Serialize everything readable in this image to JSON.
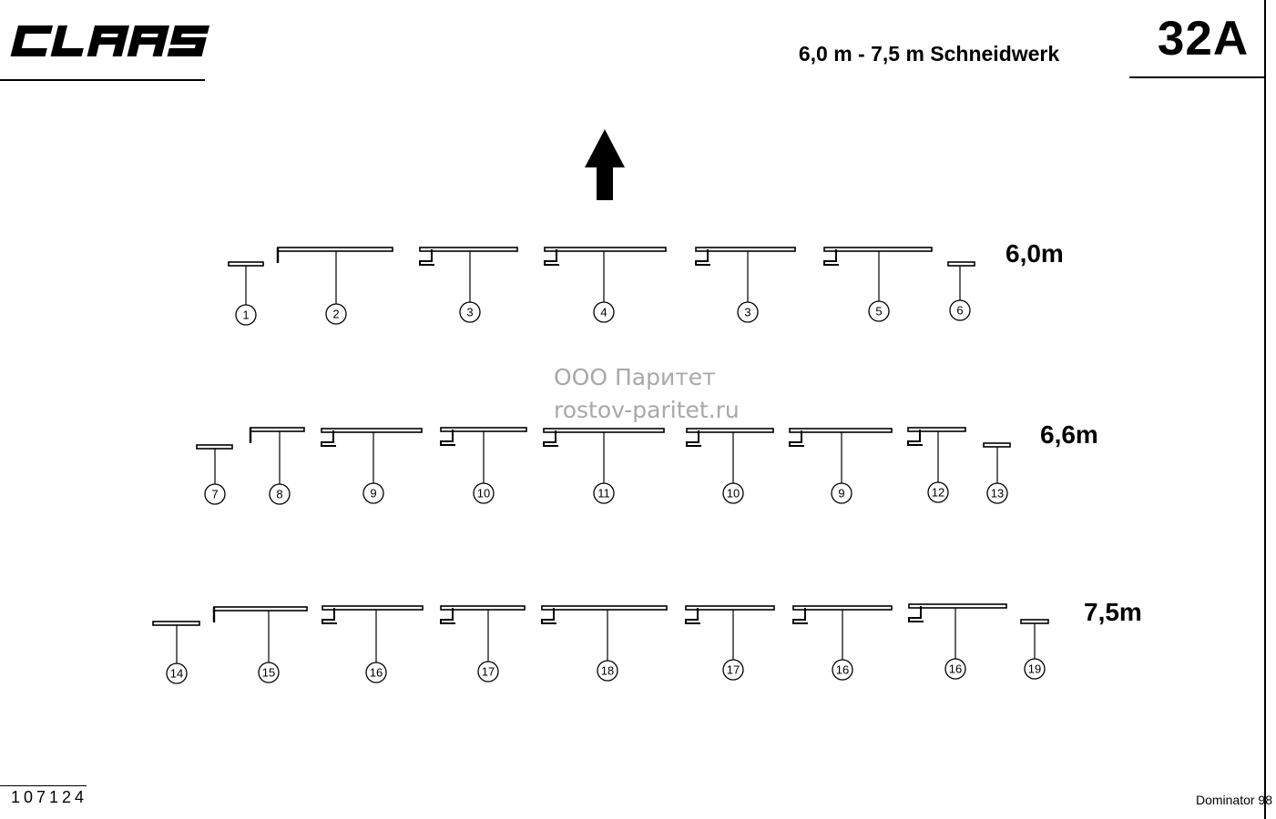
{
  "header": {
    "brand": "CLAAS",
    "subtitle": "6,0 m - 7,5 m Schneidwerk",
    "page_number": "32A"
  },
  "footer": {
    "doc_number": "107124",
    "model": "Dominator 98"
  },
  "watermark": {
    "line1": "ООО Паритет",
    "line2": "rostov-paritet.ru"
  },
  "icons": {
    "direction": "up-arrow-icon"
  },
  "rows": [
    {
      "label": "6,0m",
      "parts": [
        {
          "callout": "1",
          "shape": "flat"
        },
        {
          "callout": "2",
          "shape": "left-edge"
        },
        {
          "callout": "3",
          "shape": "step"
        },
        {
          "callout": "4",
          "shape": "step"
        },
        {
          "callout": "3",
          "shape": "step"
        },
        {
          "callout": "5",
          "shape": "step"
        },
        {
          "callout": "6",
          "shape": "flat"
        }
      ]
    },
    {
      "label": "6,6m",
      "parts": [
        {
          "callout": "7",
          "shape": "flat"
        },
        {
          "callout": "8",
          "shape": "left-edge"
        },
        {
          "callout": "9",
          "shape": "step"
        },
        {
          "callout": "10",
          "shape": "step"
        },
        {
          "callout": "11",
          "shape": "step"
        },
        {
          "callout": "10",
          "shape": "step"
        },
        {
          "callout": "9",
          "shape": "step"
        },
        {
          "callout": "12",
          "shape": "step"
        },
        {
          "callout": "13",
          "shape": "flat"
        }
      ]
    },
    {
      "label": "7,5m",
      "parts": [
        {
          "callout": "14",
          "shape": "flat"
        },
        {
          "callout": "15",
          "shape": "left-edge"
        },
        {
          "callout": "16",
          "shape": "step"
        },
        {
          "callout": "17",
          "shape": "step"
        },
        {
          "callout": "18",
          "shape": "step"
        },
        {
          "callout": "17",
          "shape": "step"
        },
        {
          "callout": "16",
          "shape": "step"
        },
        {
          "callout": "16",
          "shape": "step"
        },
        {
          "callout": "19",
          "shape": "flat"
        }
      ]
    }
  ]
}
